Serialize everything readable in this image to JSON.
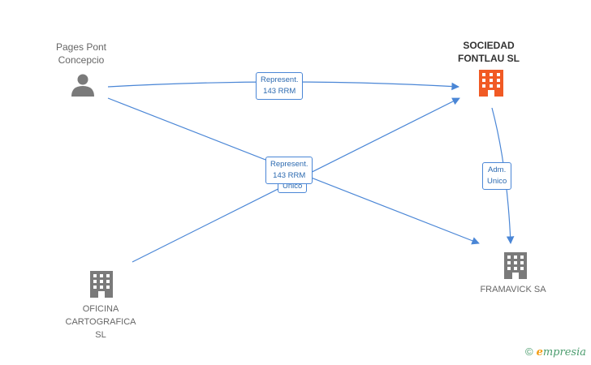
{
  "nodes": {
    "person": {
      "label_lines": [
        "Pages Pont",
        "Concepcio"
      ],
      "type": "person"
    },
    "sociedad": {
      "label_lines": [
        "SOCIEDAD",
        "FONTLAU SL"
      ],
      "type": "company",
      "color": "#f15a24"
    },
    "oficina": {
      "label_lines": [
        "OFICINA",
        "CARTOGRAFICA",
        "SL"
      ],
      "type": "company",
      "color": "#7a7a7a"
    },
    "framavick": {
      "label_lines": [
        "FRAMAVICK SA"
      ],
      "type": "company",
      "color": "#7a7a7a"
    }
  },
  "edges": {
    "e1": {
      "lines": [
        "Represent.",
        "143 RRM"
      ]
    },
    "e2": {
      "lines": [
        "Represent.",
        "143 RRM"
      ]
    },
    "e3": {
      "lines": [
        "Unico"
      ]
    },
    "e4": {
      "lines": [
        "Adm.",
        "Unico"
      ]
    }
  },
  "colors": {
    "edge": "#4a86d6",
    "accent": "#f15a24",
    "icon_gray": "#7a7a7a"
  },
  "watermark": {
    "copyright": "©",
    "brand_first": "e",
    "brand_rest": "mpresia"
  }
}
